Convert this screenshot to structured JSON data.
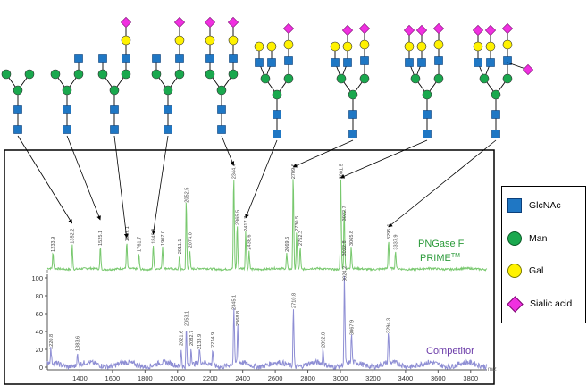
{
  "legend": {
    "items": [
      {
        "label": "GlcNAc",
        "shape": "square",
        "color": "#1f77c4"
      },
      {
        "label": "Man",
        "shape": "circle",
        "color": "#1aa84e"
      },
      {
        "label": "Gal",
        "shape": "circle",
        "color": "#fff200"
      },
      {
        "label": "Sialic acid",
        "shape": "diamond",
        "color": "#f030e0"
      }
    ]
  },
  "chart_data": {
    "type": "line",
    "x_ticks": [
      1400,
      1600,
      1800,
      2000,
      2200,
      2400,
      2600,
      2800,
      3000,
      3200,
      3400,
      3600,
      3800
    ],
    "xlim": [
      1200,
      3900
    ],
    "y_ticks": [
      0,
      20,
      40,
      60,
      80,
      100
    ],
    "ylim": [
      0,
      100
    ],
    "x_unit": "m/z",
    "grid": false,
    "series": [
      {
        "name": "PNGase F PRIME™",
        "name_main": "PNGase F",
        "name_line2": "PRIME",
        "name_super": "TM",
        "color": "#78c86e",
        "peaks": [
          {
            "x": 1233.9,
            "label": "1233.9",
            "rel": 14
          },
          {
            "x": 1352.2,
            "label": "1352.2",
            "rel": 22
          },
          {
            "x": 1525.1,
            "label": "1525.1",
            "rel": 20
          },
          {
            "x": 1687.1,
            "label": "1687.1",
            "rel": 24
          },
          {
            "x": 1761.7,
            "label": "1761.7",
            "rel": 14
          },
          {
            "x": 1849.8,
            "label": "1849.8",
            "rel": 22
          },
          {
            "x": 1907.0,
            "label": "1907.0",
            "rel": 20
          },
          {
            "x": 2011.1,
            "label": "2011.1",
            "rel": 12
          },
          {
            "x": 2052.5,
            "label": "2052.5",
            "rel": 62
          },
          {
            "x": 2074.0,
            "label": "2074.0",
            "rel": 18
          },
          {
            "x": 2344.4,
            "label": "2344.4",
            "rel": 85
          },
          {
            "x": 2365.5,
            "label": "2365.5",
            "rel": 40
          },
          {
            "x": 2417.7,
            "label": "2417.7",
            "rel": 34
          },
          {
            "x": 2438.6,
            "label": "2438.6",
            "rel": 16
          },
          {
            "x": 2669.6,
            "label": "2669.6",
            "rel": 14
          },
          {
            "x": 2709.6,
            "label": "2709.6",
            "rel": 85
          },
          {
            "x": 2730.5,
            "label": "2730.5",
            "rel": 34
          },
          {
            "x": 2752.3,
            "label": "2752.3",
            "rel": 20
          },
          {
            "x": 3001.5,
            "label": "3001.5",
            "rel": 85
          },
          {
            "x": 3022.7,
            "label": "3022.7",
            "rel": 44
          },
          {
            "x": 3022.8,
            "label": "3022.8",
            "rel": 10
          },
          {
            "x": 3065.8,
            "label": "3065.8",
            "rel": 20
          },
          {
            "x": 3295.4,
            "label": "3295.4",
            "rel": 26
          },
          {
            "x": 3337.9,
            "label": "3337.9",
            "rel": 16
          }
        ]
      },
      {
        "name": "Competitor",
        "color": "#8e8ed4",
        "peaks": [
          {
            "x": 1220.8,
            "label": "1220.8",
            "rel": 14
          },
          {
            "x": 1383.6,
            "label": "1383.6",
            "rel": 12
          },
          {
            "x": 2021.6,
            "label": "2021.6",
            "rel": 18
          },
          {
            "x": 2053.1,
            "label": "2053.1",
            "rel": 40
          },
          {
            "x": 2082.7,
            "label": "2082.7",
            "rel": 18
          },
          {
            "x": 2133.9,
            "label": "2133.9",
            "rel": 14
          },
          {
            "x": 2214.9,
            "label": "2214.9",
            "rel": 16
          },
          {
            "x": 2345.1,
            "label": "2345.1",
            "rel": 58
          },
          {
            "x": 2368.8,
            "label": "2368.8",
            "rel": 40
          },
          {
            "x": 2710.8,
            "label": "2710.8",
            "rel": 60
          },
          {
            "x": 2892.8,
            "label": "2892.8",
            "rel": 16
          },
          {
            "x": 3024.2,
            "label": "3024.2",
            "rel": 90
          },
          {
            "x": 3067.9,
            "label": "3067.9",
            "rel": 30
          },
          {
            "x": 3294.3,
            "label": "3294.3",
            "rel": 32
          }
        ]
      }
    ]
  },
  "glycans": [
    {
      "id": "M3",
      "target_mz": 1352.2
    },
    {
      "id": "A1",
      "target_mz": 1525.1
    },
    {
      "id": "A2",
      "target_mz": 1687.1
    },
    {
      "id": "A2G1",
      "target_mz": 1849.8
    },
    {
      "id": "A2G2S2",
      "target_mz": 2344.4
    },
    {
      "id": "A3G3",
      "target_mz": 2417.7
    },
    {
      "id": "A3G3S1",
      "target_mz": 2709.6
    },
    {
      "id": "A3G3S3",
      "target_mz": 3001.5
    },
    {
      "id": "A3G3S4",
      "target_mz": 3295.4
    }
  ]
}
